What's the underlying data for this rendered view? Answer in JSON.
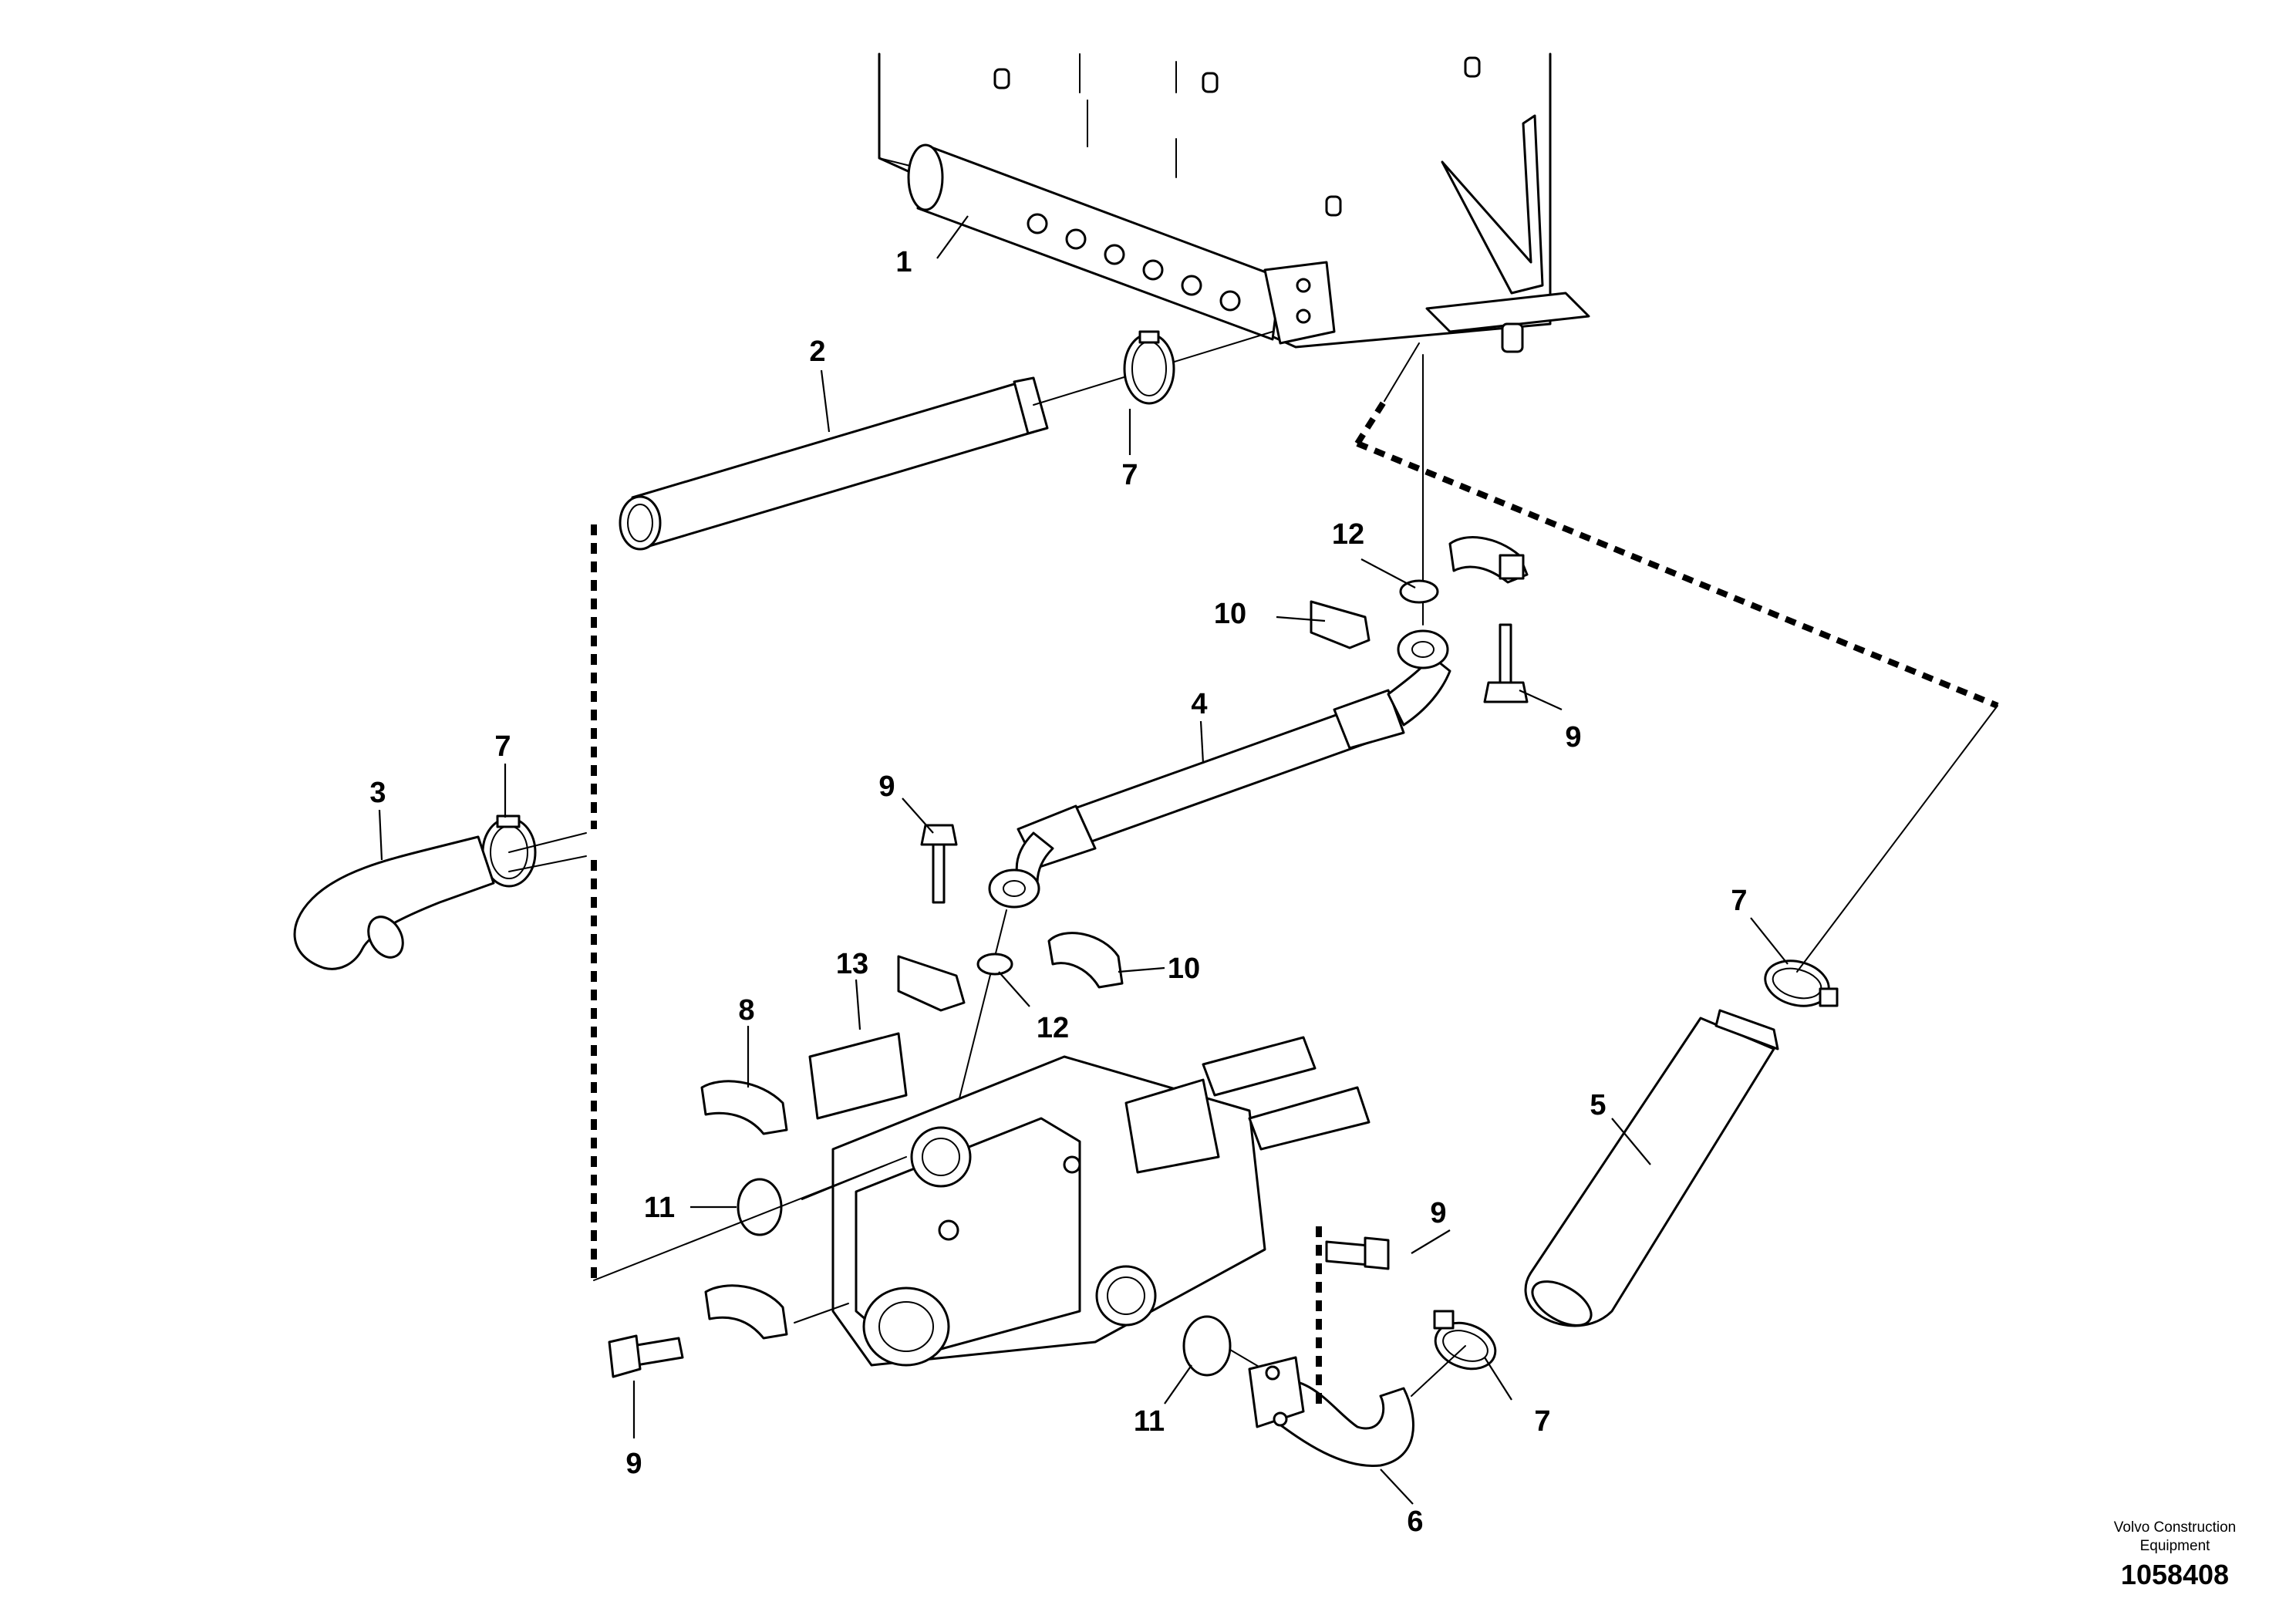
{
  "diagram": {
    "callouts": [
      {
        "id": "c1",
        "label": "1"
      },
      {
        "id": "c2",
        "label": "2"
      },
      {
        "id": "c3",
        "label": "3"
      },
      {
        "id": "c4",
        "label": "4"
      },
      {
        "id": "c5",
        "label": "5"
      },
      {
        "id": "c6",
        "label": "6"
      },
      {
        "id": "c7a",
        "label": "7"
      },
      {
        "id": "c7b",
        "label": "7"
      },
      {
        "id": "c7c",
        "label": "7"
      },
      {
        "id": "c7d",
        "label": "7"
      },
      {
        "id": "c8",
        "label": "8"
      },
      {
        "id": "c9a",
        "label": "9"
      },
      {
        "id": "c9b",
        "label": "9"
      },
      {
        "id": "c9c",
        "label": "9"
      },
      {
        "id": "c9d",
        "label": "9"
      },
      {
        "id": "c10a",
        "label": "10"
      },
      {
        "id": "c10b",
        "label": "10"
      },
      {
        "id": "c11a",
        "label": "11"
      },
      {
        "id": "c11b",
        "label": "11"
      },
      {
        "id": "c12a",
        "label": "12"
      },
      {
        "id": "c12b",
        "label": "12"
      },
      {
        "id": "c13",
        "label": "13"
      }
    ]
  },
  "footer": {
    "company_line1": "Volvo Construction",
    "company_line2": "Equipment",
    "drawing_number": "1058408"
  }
}
